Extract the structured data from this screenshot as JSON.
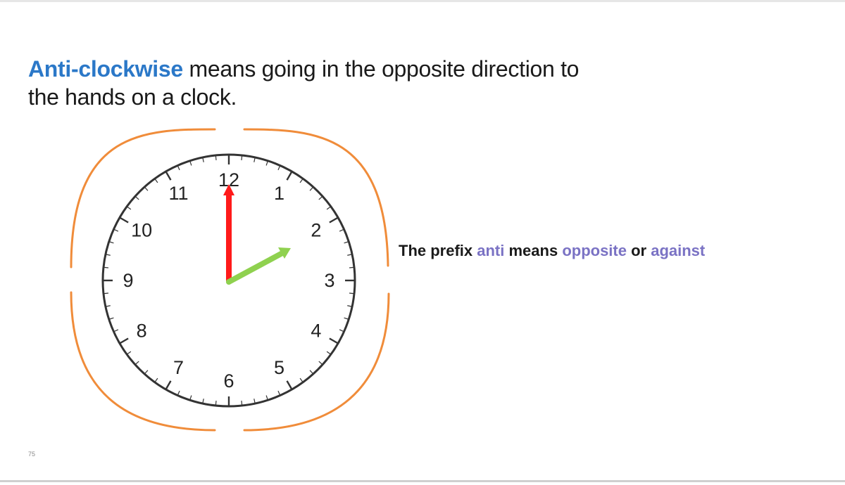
{
  "heading": {
    "term": "Anti-clockwise",
    "rest_line1": " means going in the opposite direction to",
    "rest_line2": "the hands on a clock."
  },
  "prefix_note": {
    "part1": "The prefix ",
    "word_anti": "anti",
    "part2": " means ",
    "word_opposite": "opposite",
    "part3": " or ",
    "word_against": "against"
  },
  "clock": {
    "numbers": [
      "12",
      "1",
      "2",
      "3",
      "4",
      "5",
      "6",
      "7",
      "8",
      "9",
      "10",
      "11"
    ],
    "hour_hand_color": "#8fd14f",
    "minute_hand_color": "#ff1a1a",
    "face_color": "#ffffff",
    "rim_color": "#333333"
  },
  "arrow_frame": {
    "color": "#f08c3a"
  },
  "colors": {
    "term": "#2b78c8",
    "accent": "#7a72c4"
  },
  "slide_number": "75"
}
